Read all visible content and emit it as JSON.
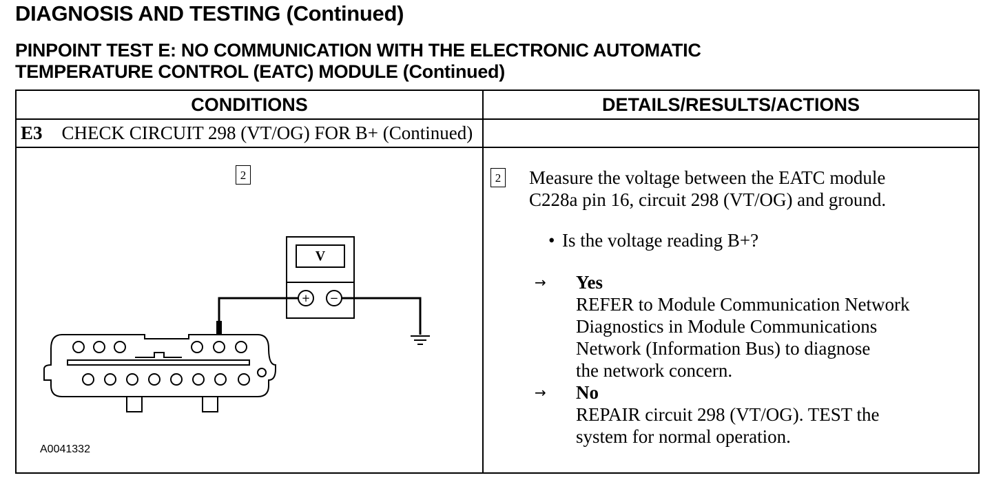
{
  "header": {
    "section_title": "DIAGNOSIS AND TESTING (Continued)",
    "test_title_line1": "PINPOINT TEST E: NO COMMUNICATION WITH THE ELECTRONIC AUTOMATIC",
    "test_title_line2": "TEMPERATURE CONTROL (EATC) MODULE (Continued)"
  },
  "table": {
    "col_conditions": "CONDITIONS",
    "col_details": "DETAILS/RESULTS/ACTIONS",
    "step_id": "E3",
    "step_title": "CHECK CIRCUIT 298 (VT/OG) FOR B+ (Continued)"
  },
  "diagram": {
    "step_marker": "2",
    "meter_display": "V",
    "plus_symbol": "+",
    "minus_symbol": "−",
    "figure_id": "A0041332"
  },
  "details": {
    "step_marker": "2",
    "instruction_line1": "Measure the voltage between the EATC module",
    "instruction_line2": "C228a pin 16, circuit 298 (VT/OG) and ground.",
    "bullet_symbol": "•",
    "question": "Is the voltage reading B+?",
    "arrow_symbol": "→",
    "yes_label": "Yes",
    "yes_line1": "REFER to Module Communication Network",
    "yes_line2": "Diagnostics in  Module Communications",
    "yes_line3": "Network (Information Bus) to diagnose",
    "yes_line4": "the network concern.",
    "no_label": "No",
    "no_line1": "REPAIR circuit 298 (VT/OG). TEST the",
    "no_line2": "system for normal operation."
  }
}
